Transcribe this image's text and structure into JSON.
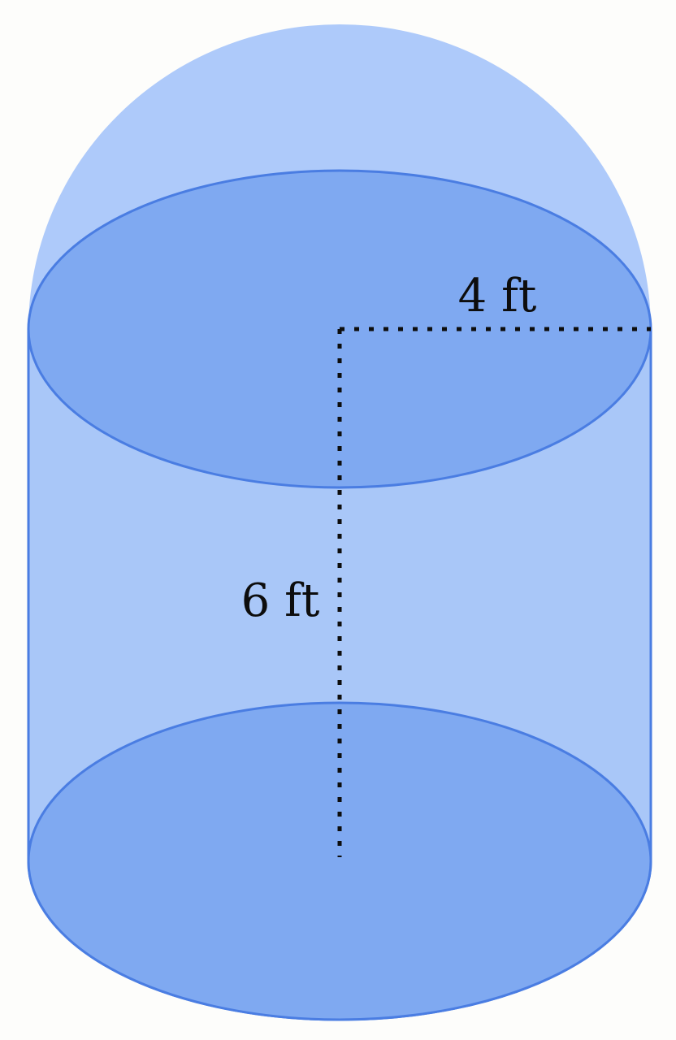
{
  "diagram": {
    "name": "cylinder-with-hemisphere-top",
    "description": "Solid composed of a cylinder with a hemisphere on top; radius 4 ft, cylinder height 6 ft",
    "labels": {
      "radius": "4 ft",
      "height": "6 ft"
    },
    "dimensions": {
      "radius_value": 4,
      "radius_unit": "ft",
      "height_value": 6,
      "height_unit": "ft"
    },
    "colors": {
      "background": "#fdfdfb",
      "dome_fill": "#aecafa",
      "dome_stroke": "#9dbef7",
      "body_fill": "#a9c7f8",
      "ellipse_fill": "#7fa9f1",
      "outline": "#4a7de2",
      "dimension_line": "#0d0d0d",
      "label_color": "#0d0d0d"
    }
  }
}
